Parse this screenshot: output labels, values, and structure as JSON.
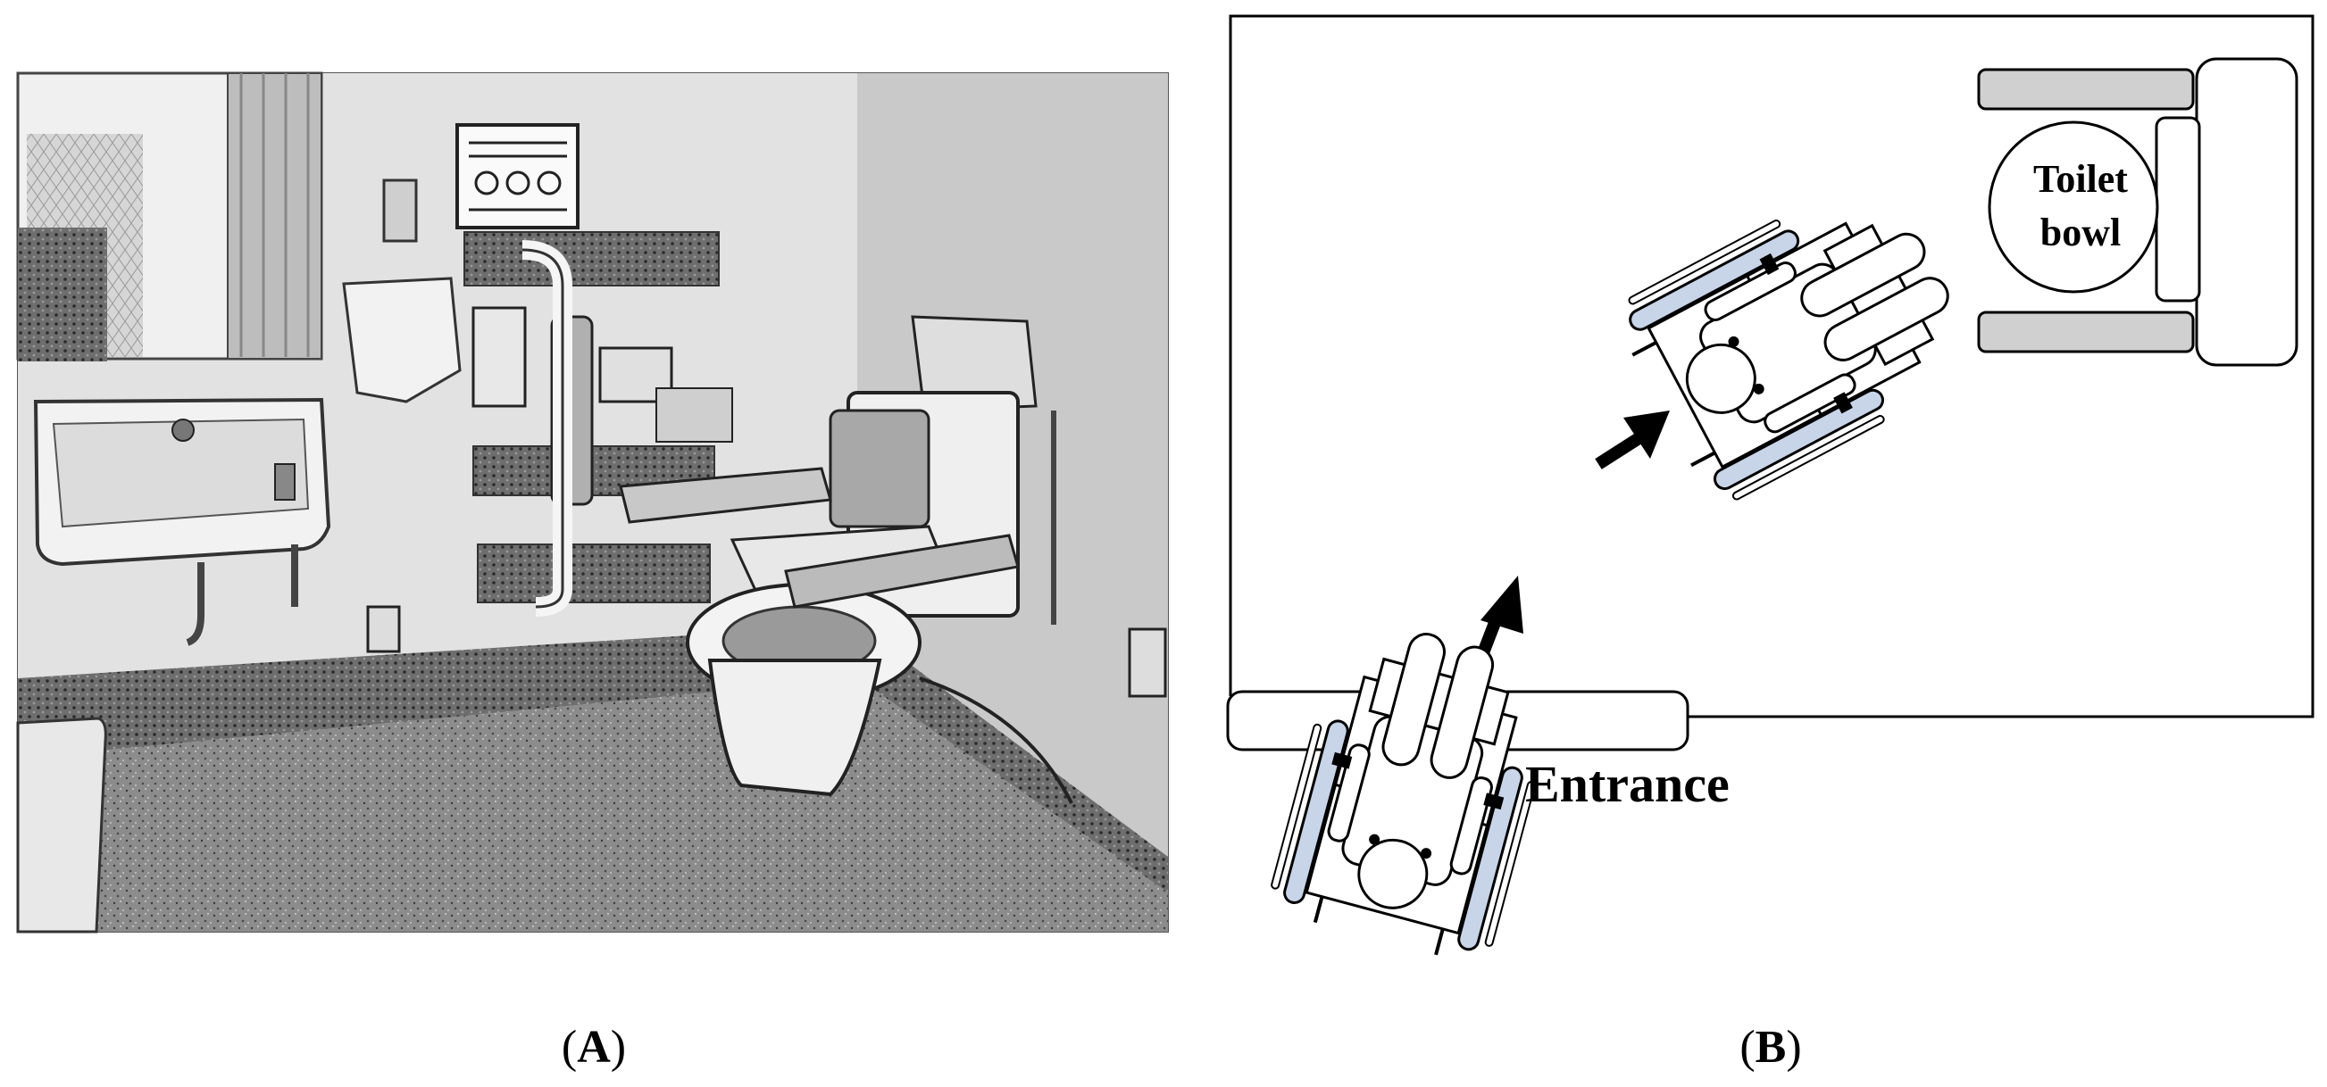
{
  "panels": {
    "a": {
      "letter": "A",
      "open": "(",
      "close": ")"
    },
    "b": {
      "letter": "B",
      "open": "(",
      "close": ")"
    }
  },
  "diagram": {
    "toilet_label_line1": "Toilet",
    "toilet_label_line2": "bowl",
    "entrance_label": "Entrance"
  },
  "colors": {
    "outline": "#000000",
    "grab_bar_fill": "#d0d0d0",
    "wheel_fill": "#c8d4e8",
    "photo_wall": "#d8d8d8",
    "photo_floor": "#7a7a7a"
  }
}
